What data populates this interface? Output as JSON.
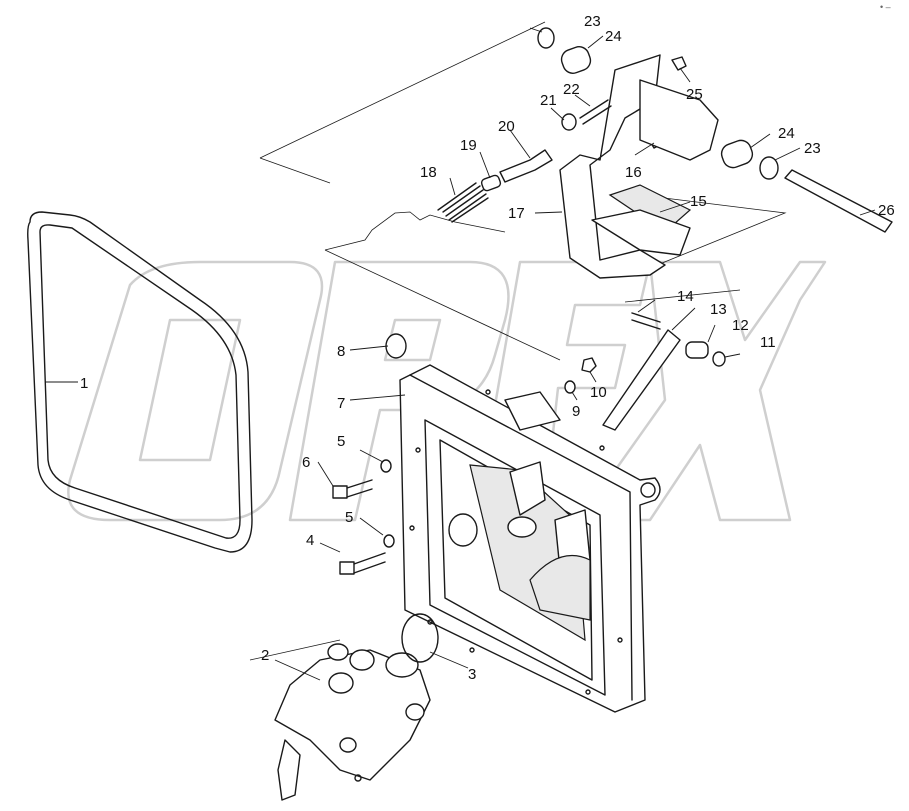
{
  "watermark": {
    "text": "OPEX",
    "color": "#cfcfcf"
  },
  "corner_mark": "• –",
  "colors": {
    "line": "#1a1a1a",
    "background": "#ffffff"
  },
  "callouts": {
    "c1": "1",
    "c2": "2",
    "c3": "3",
    "c4": "4",
    "c5a": "5",
    "c5b": "5",
    "c6": "6",
    "c7": "7",
    "c8": "8",
    "c9": "9",
    "c10": "10",
    "c11": "11",
    "c12": "12",
    "c13": "13",
    "c14": "14",
    "c15": "15",
    "c16": "16",
    "c17": "17",
    "c18": "18",
    "c19": "19",
    "c20": "20",
    "c21": "21",
    "c22": "22",
    "c23a": "23",
    "c23b": "23",
    "c24a": "24",
    "c24b": "24",
    "c25": "25",
    "c26": "26"
  }
}
